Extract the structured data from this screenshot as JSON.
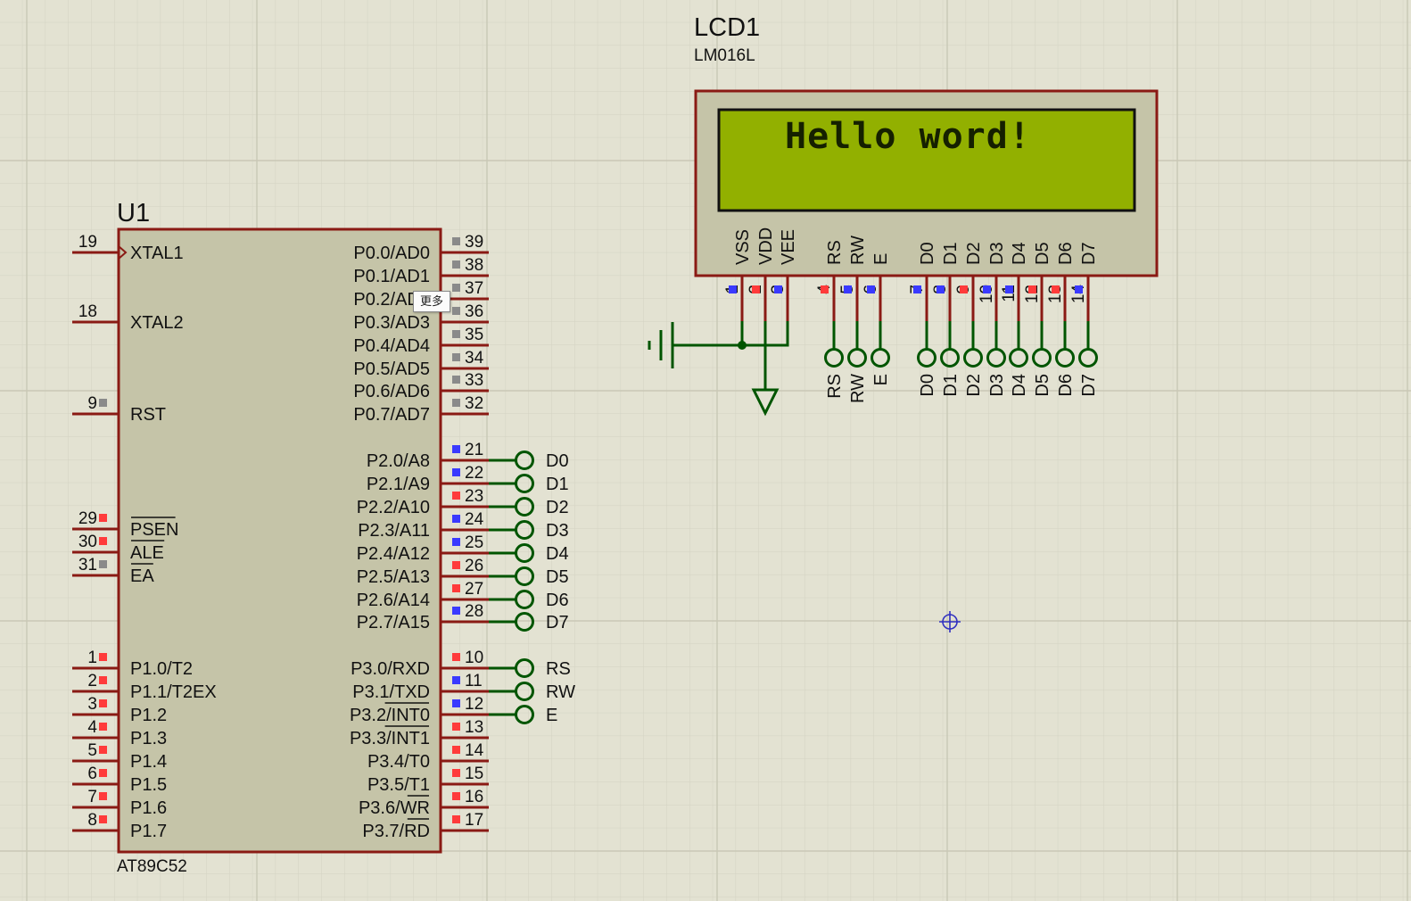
{
  "u1": {
    "ref": "U1",
    "part": "AT89C52",
    "left_pins": [
      {
        "num": "19",
        "name": "XTAL1",
        "state": "none"
      },
      {
        "num": "18",
        "name": "XTAL2",
        "state": "none"
      },
      {
        "num": "9",
        "name": "RST",
        "state": "gray"
      },
      {
        "num": "29",
        "name": "PSEN",
        "state": "red",
        "bar": true
      },
      {
        "num": "30",
        "name": "ALE",
        "state": "red",
        "bar": true
      },
      {
        "num": "31",
        "name": "EA",
        "state": "gray",
        "bar": true
      },
      {
        "num": "1",
        "name": "P1.0/T2",
        "state": "red"
      },
      {
        "num": "2",
        "name": "P1.1/T2EX",
        "state": "red"
      },
      {
        "num": "3",
        "name": "P1.2",
        "state": "red"
      },
      {
        "num": "4",
        "name": "P1.3",
        "state": "red"
      },
      {
        "num": "5",
        "name": "P1.4",
        "state": "red"
      },
      {
        "num": "6",
        "name": "P1.5",
        "state": "red"
      },
      {
        "num": "7",
        "name": "P1.6",
        "state": "red"
      },
      {
        "num": "8",
        "name": "P1.7",
        "state": "red"
      }
    ],
    "right_pins": [
      {
        "num": "39",
        "name": "P0.0/AD0",
        "state": "gray"
      },
      {
        "num": "38",
        "name": "P0.1/AD1",
        "state": "gray"
      },
      {
        "num": "37",
        "name": "P0.2/AD2",
        "state": "gray"
      },
      {
        "num": "36",
        "name": "P0.3/AD3",
        "state": "gray"
      },
      {
        "num": "35",
        "name": "P0.4/AD4",
        "state": "gray"
      },
      {
        "num": "34",
        "name": "P0.5/AD5",
        "state": "gray"
      },
      {
        "num": "33",
        "name": "P0.6/AD6",
        "state": "gray"
      },
      {
        "num": "32",
        "name": "P0.7/AD7",
        "state": "gray"
      },
      {
        "num": "21",
        "name": "P2.0/A8",
        "state": "blue",
        "net": "D0"
      },
      {
        "num": "22",
        "name": "P2.1/A9",
        "state": "blue",
        "net": "D1"
      },
      {
        "num": "23",
        "name": "P2.2/A10",
        "state": "red",
        "net": "D2"
      },
      {
        "num": "24",
        "name": "P2.3/A11",
        "state": "blue",
        "net": "D3"
      },
      {
        "num": "25",
        "name": "P2.4/A12",
        "state": "blue",
        "net": "D4"
      },
      {
        "num": "26",
        "name": "P2.5/A13",
        "state": "red",
        "net": "D5"
      },
      {
        "num": "27",
        "name": "P2.6/A14",
        "state": "red",
        "net": "D6"
      },
      {
        "num": "28",
        "name": "P2.7/A15",
        "state": "blue",
        "net": "D7"
      },
      {
        "num": "10",
        "name": "P3.0/RXD",
        "state": "red",
        "net": "RS"
      },
      {
        "num": "11",
        "name": "P3.1/TXD",
        "state": "blue",
        "net": "RW"
      },
      {
        "num": "12",
        "name": "P3.2/INT0",
        "state": "blue",
        "net": "E",
        "bar": "INT0"
      },
      {
        "num": "13",
        "name": "P3.3/INT1",
        "state": "red",
        "bar": "INT1"
      },
      {
        "num": "14",
        "name": "P3.4/T0",
        "state": "red"
      },
      {
        "num": "15",
        "name": "P3.5/T1",
        "state": "red"
      },
      {
        "num": "16",
        "name": "P3.6/WR",
        "state": "red",
        "bar": "WR"
      },
      {
        "num": "17",
        "name": "P3.7/RD",
        "state": "red",
        "bar": "RD"
      }
    ]
  },
  "lcd": {
    "ref": "LCD1",
    "part": "LM016L",
    "display_line1": "Hello word!",
    "display_line2": "",
    "pins": [
      {
        "num": "1",
        "name": "VSS",
        "state": "blue"
      },
      {
        "num": "2",
        "name": "VDD",
        "state": "red"
      },
      {
        "num": "3",
        "name": "VEE",
        "state": "blue"
      },
      {
        "num": "4",
        "name": "RS",
        "state": "red",
        "net": "RS"
      },
      {
        "num": "5",
        "name": "RW",
        "state": "blue",
        "net": "RW"
      },
      {
        "num": "6",
        "name": "E",
        "state": "blue",
        "net": "E"
      },
      {
        "num": "7",
        "name": "D0",
        "state": "blue",
        "net": "D0"
      },
      {
        "num": "8",
        "name": "D1",
        "state": "blue",
        "net": "D1"
      },
      {
        "num": "9",
        "name": "D2",
        "state": "red",
        "net": "D2"
      },
      {
        "num": "10",
        "name": "D3",
        "state": "blue",
        "net": "D3"
      },
      {
        "num": "11",
        "name": "D4",
        "state": "blue",
        "net": "D4"
      },
      {
        "num": "12",
        "name": "D5",
        "state": "red",
        "net": "D5"
      },
      {
        "num": "13",
        "name": "D6",
        "state": "red",
        "net": "D6"
      },
      {
        "num": "14",
        "name": "D7",
        "state": "blue",
        "net": "D7"
      }
    ]
  },
  "tooltip": "更多",
  "icons": {
    "cursor": "crosshair-cursor-icon",
    "ground": "ground-icon",
    "power": "power-terminal-icon"
  },
  "colors": {
    "background": "#e3e2d2",
    "grid": "#cfcebe",
    "pin": "#8a1a14",
    "body": "#c5c4a8",
    "wire": "#005500",
    "lcd_screen": "#92b000",
    "red": "#ff3b3b",
    "blue": "#3a3aff",
    "gray": "#8a8a8a"
  }
}
